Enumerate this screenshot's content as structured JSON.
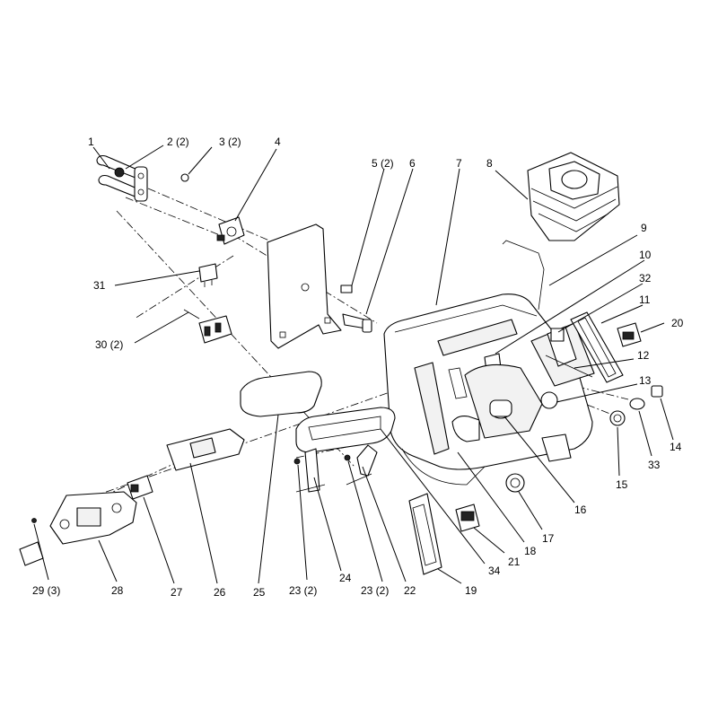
{
  "callouts": [
    {
      "id": "c1",
      "text": "1"
    },
    {
      "id": "c2",
      "text": "2 (2)"
    },
    {
      "id": "c3",
      "text": "3 (2)"
    },
    {
      "id": "c4",
      "text": "4"
    },
    {
      "id": "c5",
      "text": "5 (2)"
    },
    {
      "id": "c6",
      "text": "6"
    },
    {
      "id": "c7",
      "text": "7"
    },
    {
      "id": "c8",
      "text": "8"
    },
    {
      "id": "c9",
      "text": "9"
    },
    {
      "id": "c10",
      "text": "10"
    },
    {
      "id": "c32",
      "text": "32"
    },
    {
      "id": "c11",
      "text": "11"
    },
    {
      "id": "c20",
      "text": "20"
    },
    {
      "id": "c12",
      "text": "12"
    },
    {
      "id": "c13",
      "text": "13"
    },
    {
      "id": "c14",
      "text": "14"
    },
    {
      "id": "c33",
      "text": "33"
    },
    {
      "id": "c15",
      "text": "15"
    },
    {
      "id": "c16",
      "text": "16"
    },
    {
      "id": "c17",
      "text": "17"
    },
    {
      "id": "c18",
      "text": "18"
    },
    {
      "id": "c21",
      "text": "21"
    },
    {
      "id": "c19",
      "text": "19"
    },
    {
      "id": "c34",
      "text": "34"
    },
    {
      "id": "c22",
      "text": "22"
    },
    {
      "id": "c23b",
      "text": "23 (2)"
    },
    {
      "id": "c24",
      "text": "24"
    },
    {
      "id": "c23a",
      "text": "23 (2)"
    },
    {
      "id": "c25",
      "text": "25"
    },
    {
      "id": "c26",
      "text": "26"
    },
    {
      "id": "c27",
      "text": "27"
    },
    {
      "id": "c28",
      "text": "28"
    },
    {
      "id": "c29",
      "text": "29 (3)"
    },
    {
      "id": "c31",
      "text": "31"
    },
    {
      "id": "c30",
      "text": "30 (2)"
    }
  ]
}
